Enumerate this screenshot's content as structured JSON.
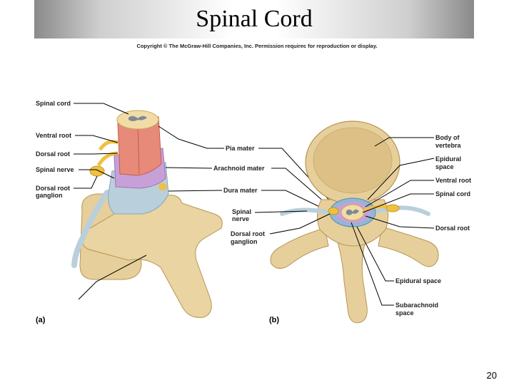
{
  "slide": {
    "title": "Spinal Cord",
    "copyright": "Copyright © The McGraw-Hill Companies, Inc. Permission requirec for reproduction or display.",
    "page_number": "20"
  },
  "figure_a": {
    "panel_label": "(a)",
    "labels": {
      "spinal_cord": "Spinal cord",
      "ventral_root": "Ventral root",
      "dorsal_root": "Dorsal root",
      "spinal_nerve": "Spinal nerve",
      "dorsal_root_ganglion_1": "Dorsal root",
      "dorsal_root_ganglion_2": "ganglion"
    }
  },
  "figure_middle": {
    "labels": {
      "pia_mater": "Pia mater",
      "arachnoid_mater": "Arachnoid mater",
      "dura_mater": "Dura mater"
    }
  },
  "figure_b": {
    "panel_label": "(b)",
    "labels": {
      "body_of_vertebra_1": "Body of",
      "body_of_vertebra_2": "vertebra",
      "epidural_space_top_1": "Epidural",
      "epidural_space_top_2": "space",
      "ventral_root": "Ventral root",
      "spinal_cord": "Spinal cord",
      "dorsal_root": "Dorsal root",
      "spinal_nerve_1": "Spinal",
      "spinal_nerve_2": "nerve",
      "dorsal_root_ganglion_1": "Dorsal root",
      "dorsal_root_ganglion_2": "ganglion",
      "epidural_space": "Epidural space",
      "subarachnoid_space_1": "Subarachnoid",
      "subarachnoid_space_2": "space"
    }
  },
  "colors": {
    "bone": "#e6cf9a",
    "bone_dark": "#c9a866",
    "cord": "#f2dca5",
    "pia": "#e88a7a",
    "arachnoid": "#c8a0d8",
    "dura": "#b9cfdc",
    "nerve": "#f0c040",
    "gray_matter": "#7d8a95"
  }
}
